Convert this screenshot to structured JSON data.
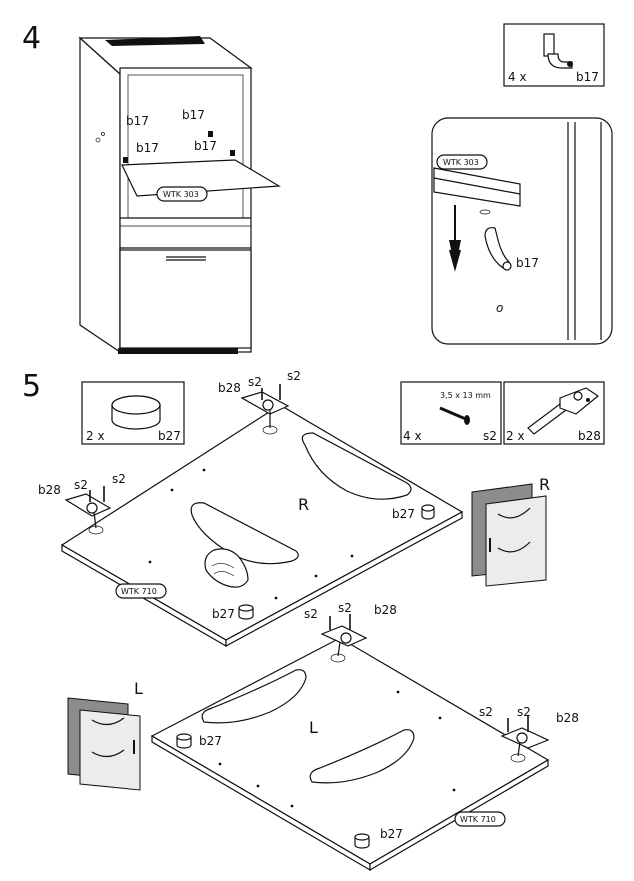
{
  "steps": {
    "step4": "4",
    "step5": "5"
  },
  "parts": {
    "b17": "b17",
    "b27": "b27",
    "b28": "b28",
    "s2": "s2",
    "wtk303": "WTK 303",
    "wtk710": "WTK 710",
    "R": "R",
    "L": "L",
    "o": "o"
  },
  "qty": {
    "b17": "4 x",
    "b27": "2 x",
    "s2": "4 x",
    "b28": "2 x",
    "screw_size": "3,5 x 13 mm"
  },
  "colors": {
    "line": "#111111",
    "panel_grey": "#8c8c8c",
    "panel_light": "#ececec"
  }
}
